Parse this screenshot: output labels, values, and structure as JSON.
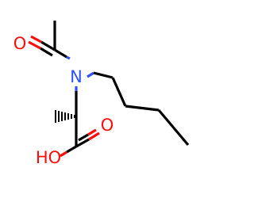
{
  "molecule": {
    "atoms": {
      "carbonyl_oxygen": {
        "label": "O",
        "color": "#ff0d0d"
      },
      "nitrogen": {
        "label": "N",
        "color": "#3050f8"
      },
      "acid_carbonyl_oxygen": {
        "label": "O",
        "color": "#ff0d0d"
      },
      "hydroxyl": {
        "label": "HO",
        "color": "#ff0d0d"
      }
    },
    "bond_color": "#000000",
    "stereo_bond": "hashed-wedge"
  }
}
